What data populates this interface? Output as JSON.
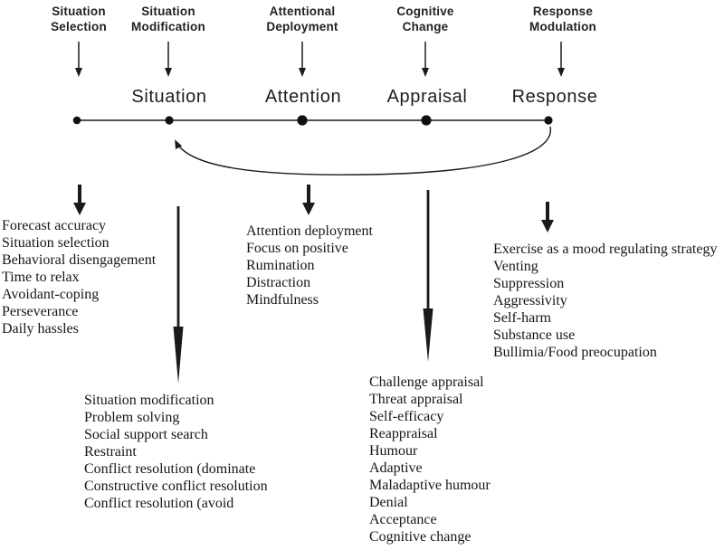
{
  "process_labels": [
    {
      "text": "Situation\nSelection"
    },
    {
      "text": "Situation\nModification"
    },
    {
      "text": "Attentional\nDeployment"
    },
    {
      "text": "Cognitive\nChange"
    },
    {
      "text": "Response\nModulation"
    }
  ],
  "timeline": {
    "stages": [
      "Situation",
      "Attention",
      "Appraisal",
      "Response"
    ]
  },
  "strategy_lists": {
    "situation_selection": {
      "items": [
        "Forecast accuracy",
        "Situation selection",
        "Behavioral disengagement",
        "Time to relax",
        "Avoidant-coping",
        "Perseverance",
        "Daily hassles"
      ]
    },
    "situation_modification": {
      "items": [
        "Situation modification",
        "Problem solving",
        "Social support search",
        "Restraint",
        "Conflict resolution (dominate",
        "Constructive conflict resolution",
        "Conflict resolution (avoid"
      ]
    },
    "attentional_deployment": {
      "items": [
        "Attention deployment",
        "Focus on positive",
        "Rumination",
        "Distraction",
        "Mindfulness"
      ]
    },
    "cognitive_change": {
      "items": [
        "Challenge appraisal",
        "Threat appraisal",
        "Self-efficacy",
        "Reappraisal",
        "Humour",
        "Adaptive",
        "Maladaptive humour",
        "Denial",
        "Acceptance",
        "Cognitive change"
      ]
    },
    "response_modulation": {
      "items": [
        "Exercise as a mood regulating strategy",
        "Venting",
        "Suppression",
        "Aggressivity",
        "Self-harm",
        "Substance use",
        "Bullimia/Food preocupation"
      ]
    }
  },
  "colors": {
    "ink": "#1a1a1a",
    "background": "#ffffff"
  }
}
